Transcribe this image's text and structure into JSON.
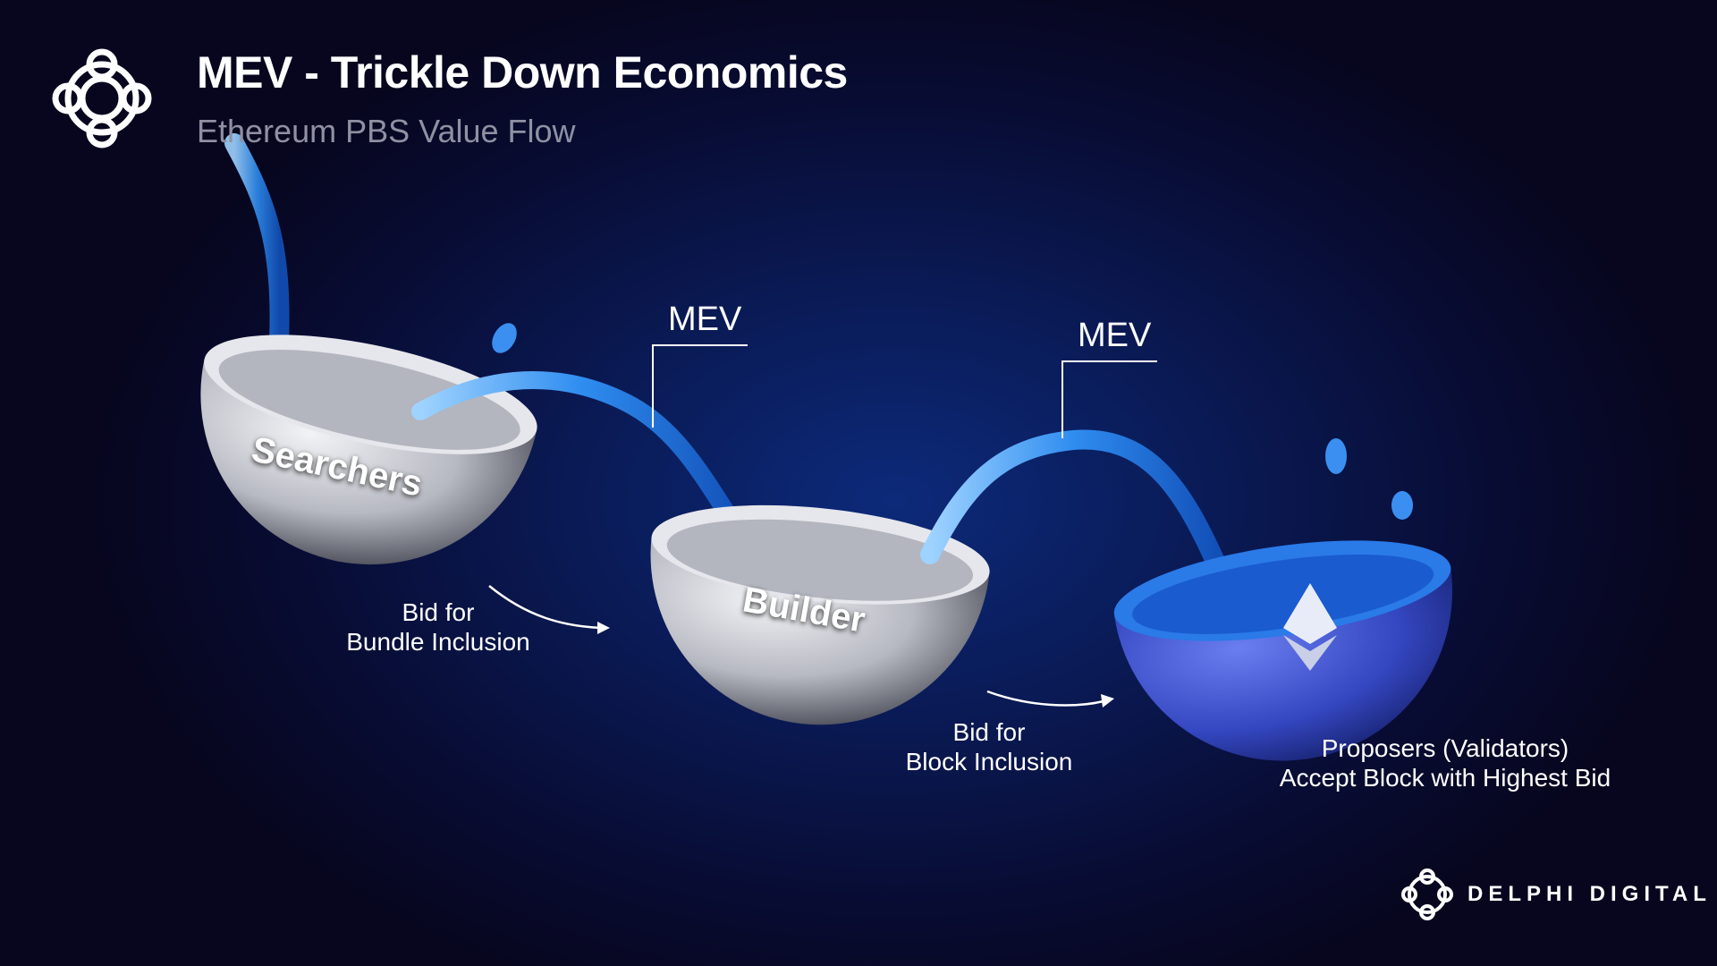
{
  "header": {
    "title": "MEV - Trickle Down Economics",
    "subtitle": "Ethereum PBS Value Flow",
    "logo_icon": "delphi-knot-icon"
  },
  "bowls": [
    {
      "label": "Searchers",
      "color": "#c9cbd2"
    },
    {
      "label": "Builder",
      "color": "#c9cbd2"
    },
    {
      "label": "",
      "icon": "ethereum-icon",
      "color": "#3d4fc4"
    }
  ],
  "flows": [
    {
      "label": "MEV",
      "bid_label_line1": "Bid for",
      "bid_label_line2": "Bundle Inclusion"
    },
    {
      "label": "MEV",
      "bid_label_line1": "Bid for",
      "bid_label_line2": "Block Inclusion"
    }
  ],
  "proposers": {
    "line1": "Proposers (Validators)",
    "line2": "Accept Block with Highest Bid"
  },
  "footer": {
    "brand": "DELPHI DIGITAL"
  },
  "colors": {
    "water": "#2f8df0",
    "accent": "#3d4fc4"
  }
}
